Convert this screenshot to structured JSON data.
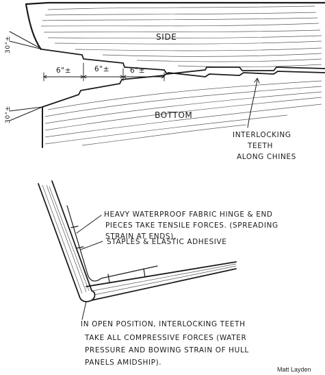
{
  "top_figure": {
    "side_label": "SIDE",
    "bottom_label": "BOTTOM",
    "dimensions": [
      "6\"±",
      "6\"±",
      "6\"±"
    ],
    "angle_top": "30°±",
    "angle_bottom": "30°±",
    "callout_lines": [
      "INTERLOCKING",
      "TEETH",
      "ALONG CHINES"
    ]
  },
  "bottom_figure": {
    "callout_hinge_lines": [
      "HEAVY WATERPROOF FABRIC HINGE & END",
      "PIECES TAKE TENSILE FORCES. (SPREADING",
      "STRAIN AT ENDS)."
    ],
    "callout_staples": "STAPLES & ELASTIC ADHESIVE",
    "callout_open_lines": [
      "IN OPEN POSITION, INTERLOCKING TEETH",
      "TAKE ALL COMPRESSIVE FORCES (WATER",
      "PRESSURE AND BOWING STRAIN OF HULL",
      "PANELS AMIDSHIP)."
    ]
  },
  "signature": "Matt Layden"
}
